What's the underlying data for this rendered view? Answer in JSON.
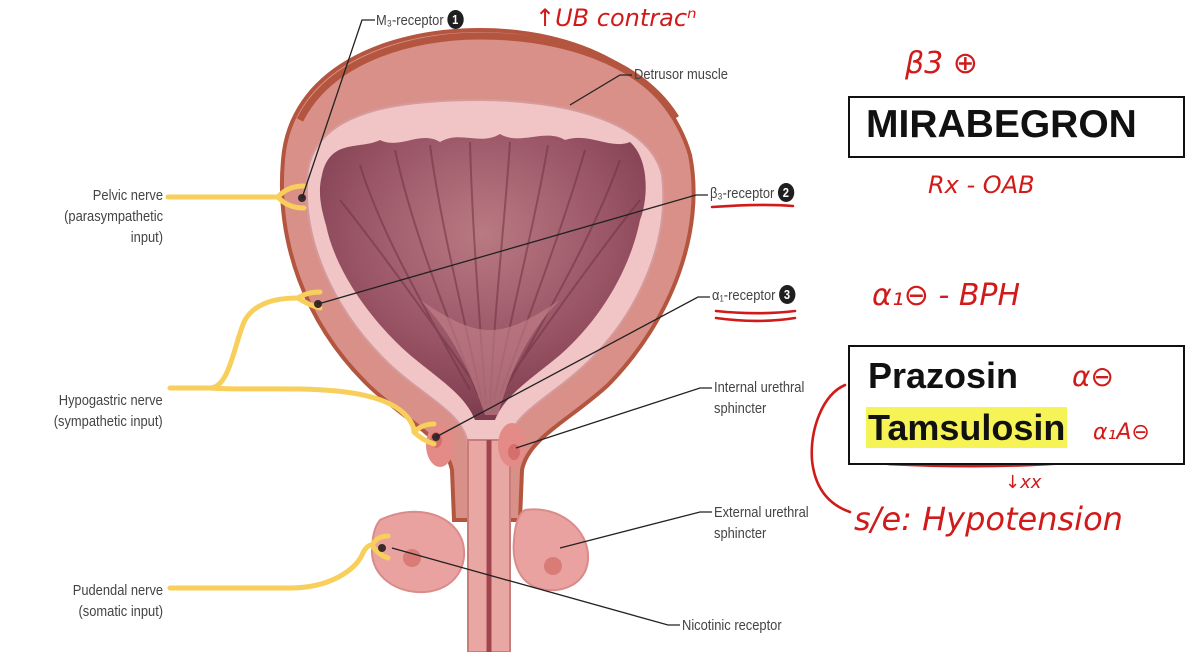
{
  "labels": {
    "m3": "M₃-receptor",
    "m3_num": "1",
    "detrusor": "Detrusor muscle",
    "beta3": "β₃-receptor",
    "beta3_num": "2",
    "alpha1": "α₁-receptor",
    "alpha1_num": "3",
    "internal_1": "Internal urethral",
    "internal_2": "sphincter",
    "external_1": "External urethral",
    "external_2": "sphincter",
    "nicotinic": "Nicotinic receptor",
    "pelvic_1": "Pelvic nerve",
    "pelvic_2": "(parasympathetic",
    "pelvic_3": "input)",
    "hypogastric_1": "Hypogastric nerve",
    "hypogastric_2": "(sympathetic input)",
    "pudendal_1": "Pudendal nerve",
    "pudendal_2": "(somatic input)"
  },
  "drugs": {
    "mirabegron": "MIRABEGRON",
    "prazosin": "Prazosin",
    "tamsulosin": "Tamsulosin"
  },
  "annotations": {
    "ub_contraction": "↑UB contracⁿ",
    "beta3_plus": "β3 ⊕",
    "rx_oab": "Rx - OAB",
    "alpha1_minus": "α₁⊖  - BPH",
    "alpha_minus": "α⊖",
    "alpha1a_minus": "α₁A⊖",
    "down_xx": "↓xx",
    "side_effect": "s/e: Hypotension"
  },
  "colors": {
    "annotation_red": "#d11a1a",
    "nerve_yellow": "#f7cf5a",
    "highlight_yellow": "#f6f356",
    "muscle_outer": "#c97d78",
    "muscle_rim": "#b4553f"
  }
}
